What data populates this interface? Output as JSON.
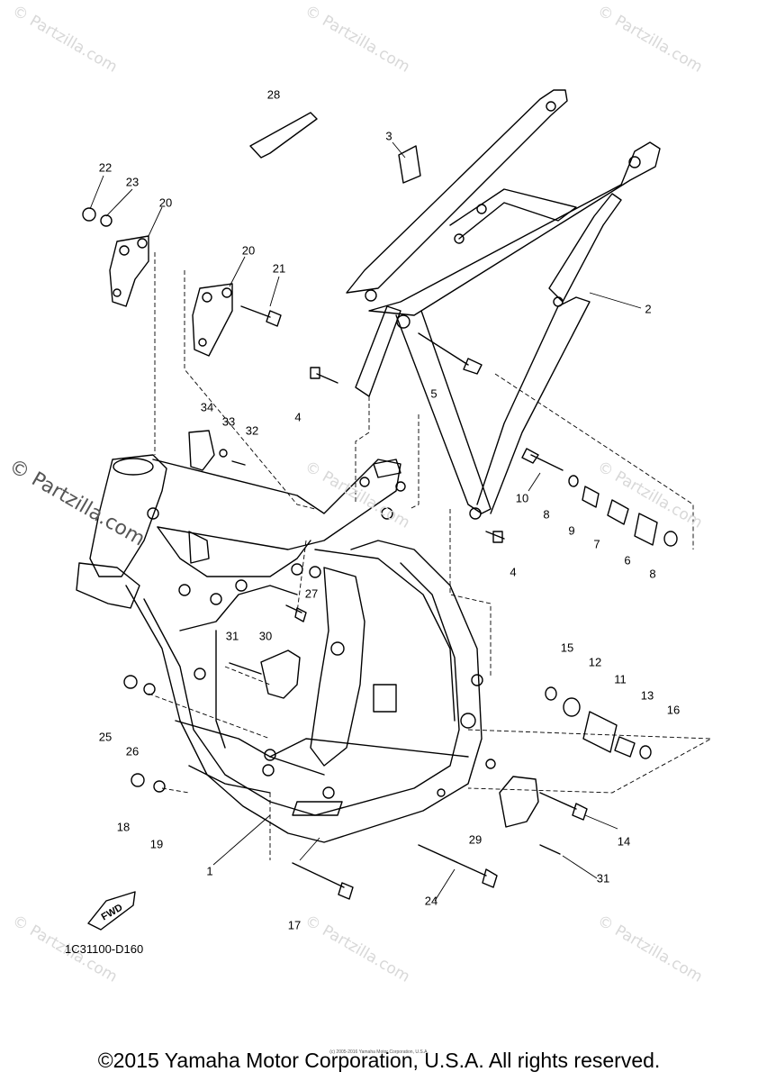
{
  "diagram": {
    "code": "1C31100-D160",
    "fwd_label": "FWD",
    "watermark": "© Partzilla.com",
    "copyright": "©2015 Yamaha Motor Corporation, U.S.A. All rights reserved.",
    "tiny_copyright": "(c) 2005-2016 Yamaha Motor Corporation, U.S.A.",
    "callouts": [
      "1",
      "2",
      "3",
      "4",
      "4",
      "5",
      "6",
      "7",
      "8",
      "8",
      "9",
      "10",
      "11",
      "12",
      "13",
      "14",
      "15",
      "16",
      "17",
      "18",
      "19",
      "20",
      "20",
      "21",
      "22",
      "23",
      "24",
      "25",
      "26",
      "27",
      "28",
      "29",
      "30",
      "31",
      "31",
      "32",
      "33",
      "34"
    ]
  }
}
